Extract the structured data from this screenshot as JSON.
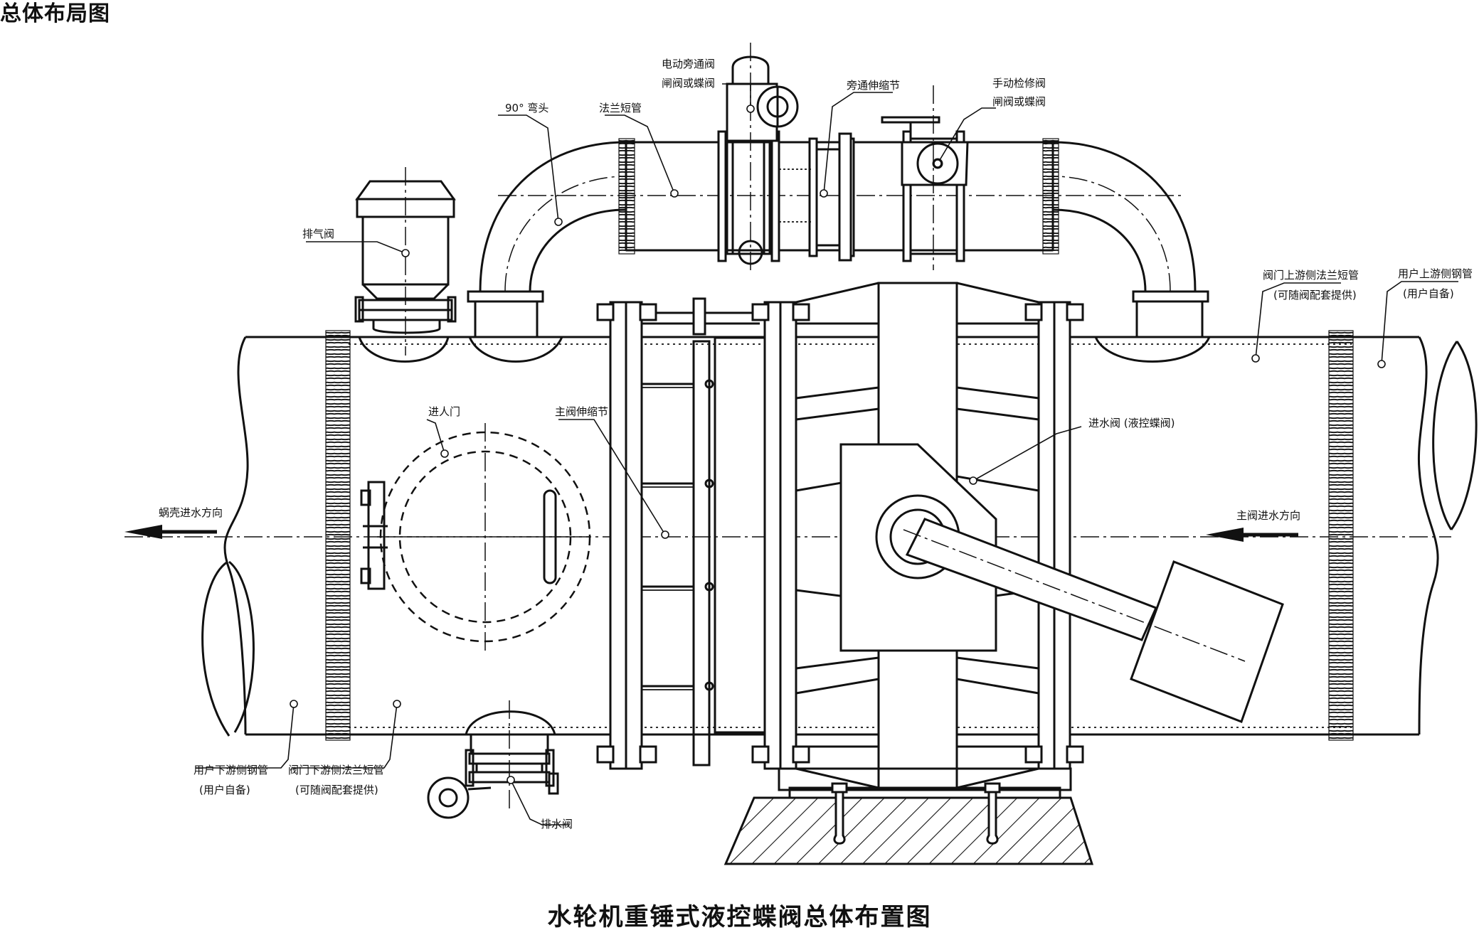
{
  "page_title": "总体布局图",
  "diagram_title": "水轮机重锤式液控蝶阀总体布置图",
  "labels": {
    "elbow": "90° 弯头",
    "flange_pipe": "法兰短管",
    "electric_bypass_valve_1": "电动旁通阀",
    "electric_bypass_valve_2": "闸阀或蝶阀",
    "bypass_expansion_joint": "旁通伸缩节",
    "manual_service_valve_1": "手动检修阀",
    "manual_service_valve_2": "闸阀或蝶阀",
    "air_valve": "排气阀",
    "upstream_flange_pipe_1": "阀门上游侧法兰短管",
    "upstream_flange_pipe_2": "(可随阀配套提供)",
    "upstream_steel_pipe_1": "用户上游侧钢管",
    "upstream_steel_pipe_2": "(用户自备)",
    "manhole": "进人门",
    "main_expansion_joint": "主阀伸缩节",
    "inlet_valve": "进水阀 (液控蝶阀)",
    "volute_direction": "蜗壳进水方向",
    "main_valve_direction": "主阀进水方向",
    "downstream_steel_pipe_1": "用户下游侧钢管",
    "downstream_steel_pipe_2": "(用户自备)",
    "downstream_flange_pipe_1": "阀门下游侧法兰短管",
    "downstream_flange_pipe_2": "(可随阀配套提供)",
    "drain_valve": "排水阀"
  }
}
